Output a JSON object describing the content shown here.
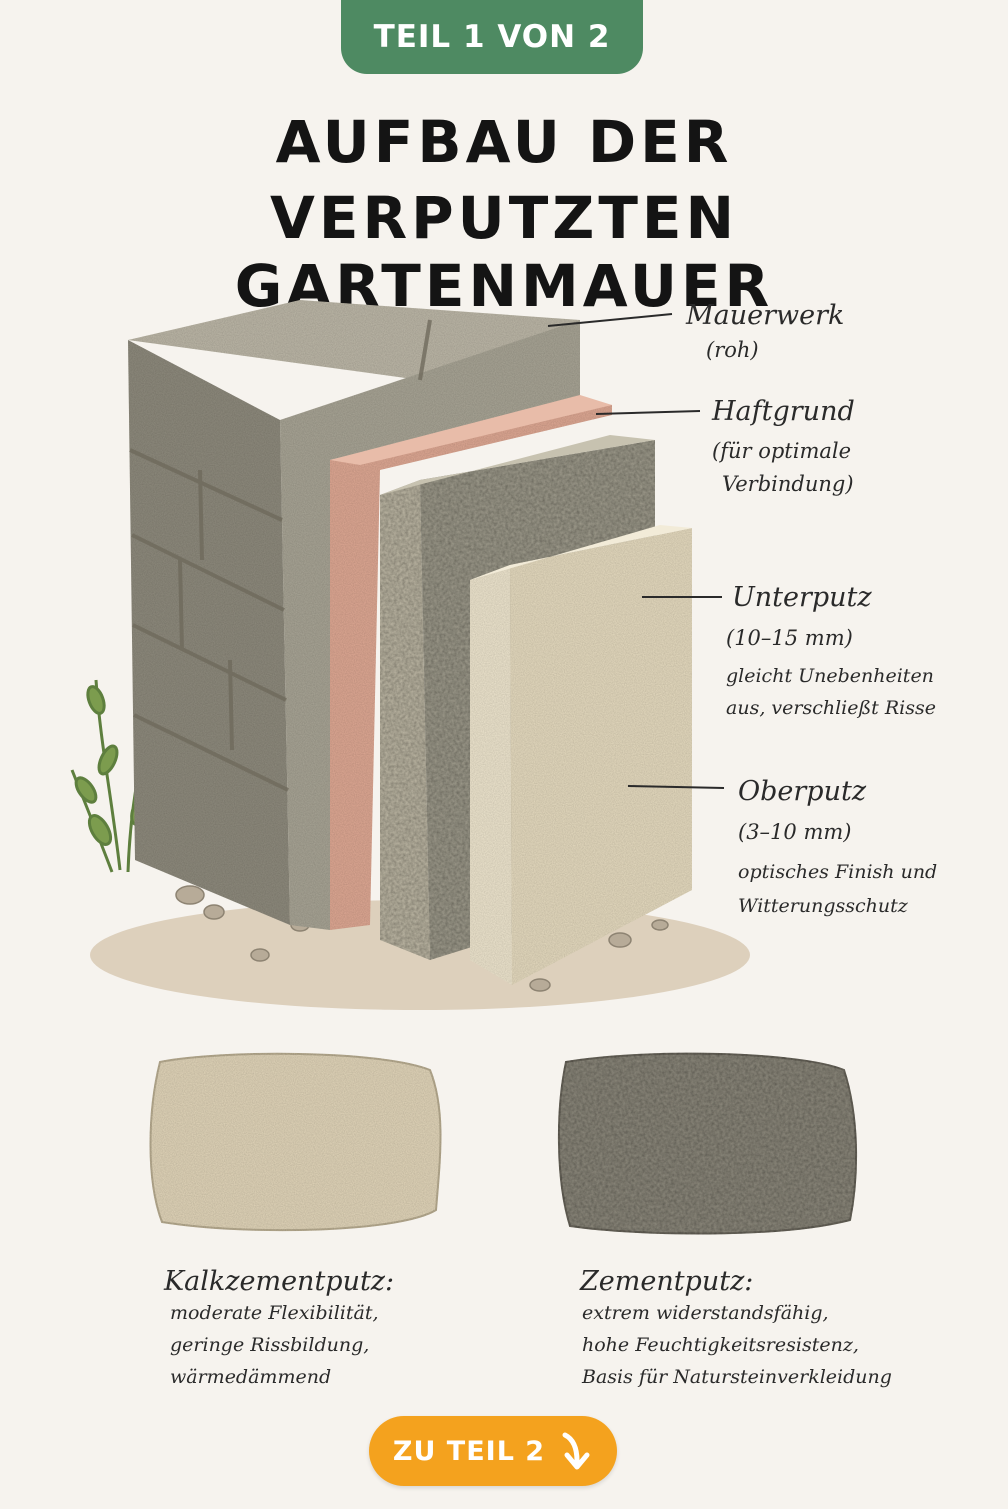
{
  "header": {
    "badge": "TEIL 1 VON 2",
    "title_line1": "AUFBAU DER",
    "title_line2": "VERPUTZTEN GARTENMAUER"
  },
  "layers": [
    {
      "name": "Mauerwerk",
      "detail": "(roh)"
    },
    {
      "name": "Haftgrund",
      "detail_line1": "(für optimale",
      "detail_line2": "Verbindung)"
    },
    {
      "name": "Unterputz",
      "detail": "(10–15 mm)",
      "desc_line1": "gleicht Unebenheiten",
      "desc_line2": "aus, verschließt Risse"
    },
    {
      "name": "Oberputz",
      "detail": "(3–10 mm)",
      "desc_line1": "optisches Finish und",
      "desc_line2": "Witterungsschutz"
    }
  ],
  "samples": [
    {
      "name": "Kalkzementputz:",
      "line1": "moderate Flexibilität,",
      "line2": "geringe Rissbildung,",
      "line3": "wärmedämmend"
    },
    {
      "name": "Zementputz:",
      "line1": "extrem widerstandsfähig,",
      "line2": "hohe Feuchtigkeitsresistenz,",
      "line3": "Basis für Natursteinverkleidung"
    }
  ],
  "footer": {
    "button": "ZU TEIL 2",
    "icon": "arrow-down-right-icon"
  },
  "colors": {
    "badge_green": "#4e8a62",
    "button_orange": "#f4a21e",
    "stone": "#9c9888",
    "primer": "#e3b09c",
    "base_plaster": "#a7a394",
    "top_plaster": "#e7dcc2"
  }
}
